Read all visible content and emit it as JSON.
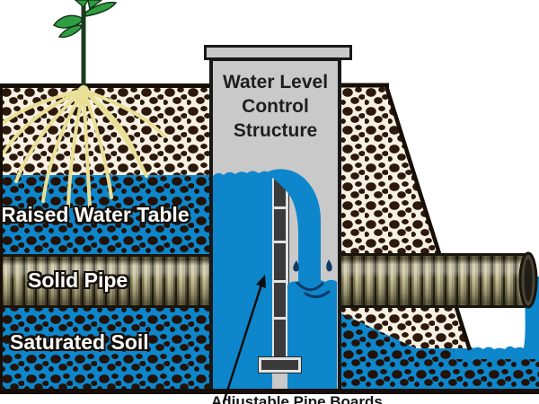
{
  "diagram": {
    "structure": {
      "title_lines": [
        "Water Level",
        "Control",
        "Structure"
      ]
    },
    "labels": {
      "raised_water_table": "Raised Water Table",
      "solid_pipe": "Solid Pipe",
      "saturated_soil": "Saturated Soil",
      "caption": "Adjustable Pipe Boards"
    },
    "colors": {
      "water": "#0d86cb",
      "soil_blob_dark": "#2d180c",
      "dry_soil_background": "#f6f0e2",
      "saturated_soil_background": "#0d86cb",
      "pipe_olive": "#a49d77",
      "structure_gray": "#c9c9c9",
      "leaf_green": "#2f9e41",
      "root_yellow": "#e9df96"
    }
  }
}
